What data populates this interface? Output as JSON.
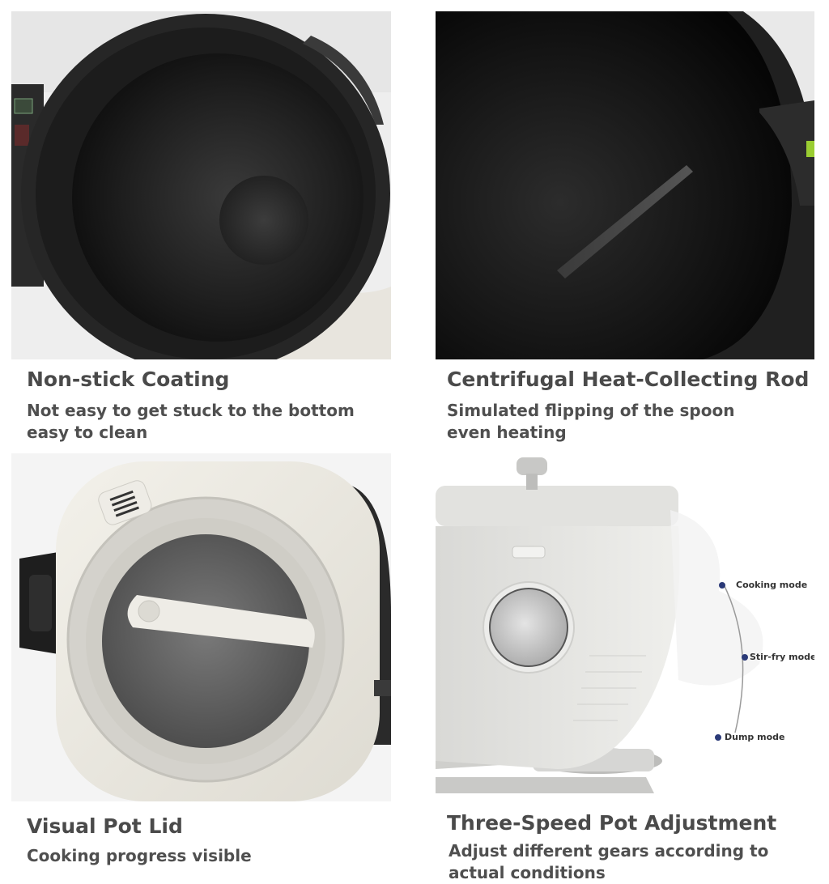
{
  "features": [
    {
      "title": "Non-stick Coating",
      "desc_lines": [
        "Not easy to get stuck to the bottom",
        "easy to clean"
      ]
    },
    {
      "title": "Centrifugal Heat-Collecting Rod",
      "desc_lines": [
        "Simulated flipping of the spoon",
        "even heating"
      ]
    },
    {
      "title": "Visual Pot Lid",
      "desc_lines": [
        "Cooking progress visible"
      ]
    },
    {
      "title": "Three-Speed Pot Adjustment",
      "desc_lines": [
        "Adjust different gears according to",
        "actual conditions"
      ]
    }
  ],
  "modes": [
    "Cooking mode",
    "Stir-fry mode",
    "Dump mode"
  ],
  "colors": {
    "text": "#4a4a4a",
    "mode_dot": "#2b3a78",
    "pot_dark": "#1a1a1a",
    "body_cream": "#ece9e1"
  }
}
